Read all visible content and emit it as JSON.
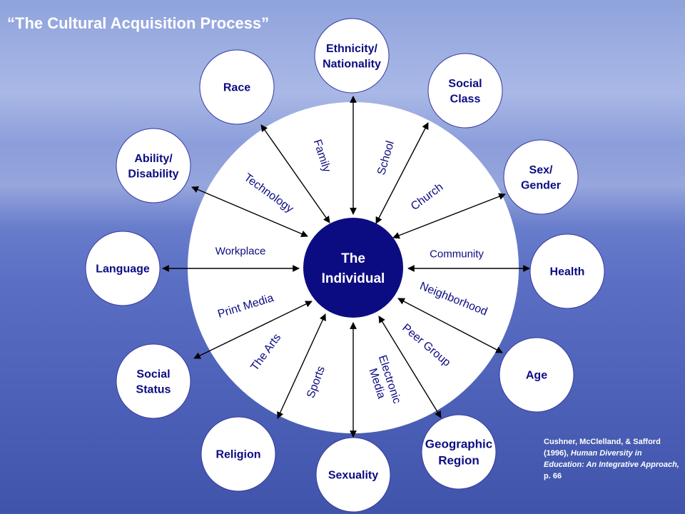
{
  "title": "“The Cultural Acquisition Process”",
  "center": {
    "line1": "The",
    "line2": "Individual"
  },
  "colors": {
    "center": "#0c0c82",
    "wheel": "#ffffff",
    "segment_text": "#0c0c82",
    "outer_text": "#0c0c82",
    "arrow": "#000000"
  },
  "outer_factors": [
    {
      "id": "ethnicity",
      "lines": [
        "Ethnicity/",
        "Nationality"
      ]
    },
    {
      "id": "social-class",
      "lines": [
        "Social",
        "Class"
      ]
    },
    {
      "id": "sex-gender",
      "lines": [
        "Sex/",
        "Gender"
      ]
    },
    {
      "id": "health",
      "lines": [
        "Health"
      ]
    },
    {
      "id": "age",
      "lines": [
        "Age"
      ]
    },
    {
      "id": "geographic-region",
      "lines": [
        "Geographic",
        "Region"
      ]
    },
    {
      "id": "sexuality",
      "lines": [
        "Sexuality"
      ]
    },
    {
      "id": "religion",
      "lines": [
        "Religion"
      ]
    },
    {
      "id": "social-status",
      "lines": [
        "Social",
        "Status"
      ]
    },
    {
      "id": "language",
      "lines": [
        "Language"
      ]
    },
    {
      "id": "ability-disability",
      "lines": [
        "Ability/",
        "Disability"
      ]
    },
    {
      "id": "race",
      "lines": [
        "Race"
      ]
    }
  ],
  "agents": [
    {
      "id": "family",
      "lines": [
        "Family"
      ]
    },
    {
      "id": "school",
      "lines": [
        "School"
      ]
    },
    {
      "id": "church",
      "lines": [
        "Church"
      ]
    },
    {
      "id": "community",
      "lines": [
        "Community"
      ]
    },
    {
      "id": "neighborhood",
      "lines": [
        "Neighborhood"
      ]
    },
    {
      "id": "peer-group",
      "lines": [
        "Peer Group"
      ]
    },
    {
      "id": "electronic-media",
      "lines": [
        "Electronic",
        "Media"
      ]
    },
    {
      "id": "sports",
      "lines": [
        "Sports"
      ]
    },
    {
      "id": "the-arts",
      "lines": [
        "The Arts"
      ]
    },
    {
      "id": "print-media",
      "lines": [
        "Print Media"
      ]
    },
    {
      "id": "workplace",
      "lines": [
        "Workplace"
      ]
    },
    {
      "id": "technology",
      "lines": [
        "Technology"
      ]
    }
  ],
  "citation": {
    "authors": "Cushner, McClelland, & Safford (1996),",
    "work": "Human Diversity in Education: An Integrative Approach,",
    "page": "p. 66"
  }
}
